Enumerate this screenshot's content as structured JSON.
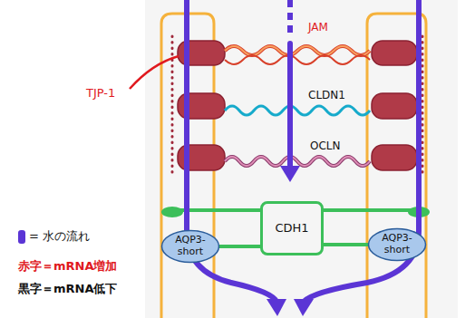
{
  "diagram": {
    "nodes": [
      {
        "text": [
          "CDH1"
        ]
      },
      {
        "text": [
          "AQP3-short"
        ]
      },
      {
        "text": [
          "AQP3-short"
        ]
      }
    ],
    "edges": [
      {
        "from": 0,
        "to": 1,
        "arrow": "none"
      },
      {
        "from": 0,
        "to": 2,
        "arrow": "none"
      }
    ],
    "labels": [
      "TJP-1",
      "JAM",
      "CLDN1",
      "OCLN",
      "赤字＝mRNA増加",
      "黒字＝mRNA低下"
    ],
    "legend": [
      {
        "text": "= 水の流れ",
        "color": "#5b35d5"
      }
    ]
  }
}
